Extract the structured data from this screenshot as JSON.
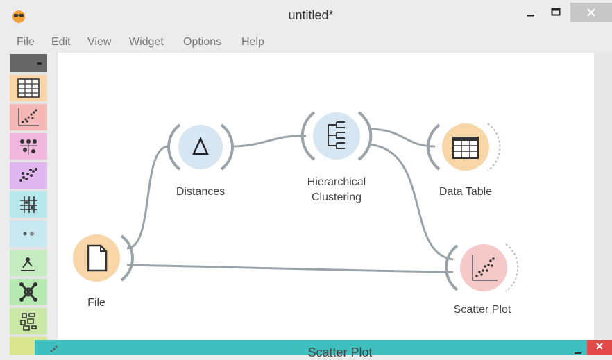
{
  "window": {
    "title": "untitled*",
    "min_icon": "minimize-icon",
    "max_icon": "maximize-icon",
    "close_icon": "close-icon"
  },
  "menu": [
    "File",
    "Edit",
    "View",
    "Widget",
    "Options",
    "Help"
  ],
  "toolbox": [
    {
      "icon": "data-table-tool-icon",
      "color": "#f9d6a8"
    },
    {
      "icon": "scatter-plot-tool-icon",
      "color": "#f6b7b7"
    },
    {
      "icon": "distribution-tool-icon",
      "color": "#f1b7de"
    },
    {
      "icon": "projection-tool-icon",
      "color": "#e0b7f0"
    },
    {
      "icon": "sieve-tool-icon",
      "color": "#b8e7ec"
    },
    {
      "icon": "cluster-tool-icon",
      "color": "#c9e9f2"
    },
    {
      "icon": "regression-tool-icon",
      "color": "#c4ecc0"
    },
    {
      "icon": "network-tool-icon",
      "color": "#b6e8b2"
    },
    {
      "icon": "mosaic-tool-icon",
      "color": "#cbe8a6"
    }
  ],
  "widgets": {
    "file": {
      "label": "File",
      "icon": "file-icon"
    },
    "distances": {
      "label": "Distances",
      "icon": "delta-icon"
    },
    "hierarchical": {
      "label_line1": "Hierarchical",
      "label_line2": "Clustering",
      "icon": "dendrogram-icon"
    },
    "data_table": {
      "label": "Data Table",
      "icon": "table-icon"
    },
    "scatter_plot": {
      "label": "Scatter Plot",
      "icon": "scatter-icon"
    }
  },
  "bottom_window": {
    "title": "Scatter Plot"
  },
  "colors": {
    "file_widget": "#f9d6a8",
    "distances_widget": "#d6e6f3",
    "hierarchical_widget": "#d6e6f3",
    "data_table_widget": "#f9d6a8",
    "scatter_widget": "#f6c9c9",
    "link": "#9aa3a8",
    "bottom_bar": "#3fbfbe",
    "close_red": "#e24848"
  }
}
